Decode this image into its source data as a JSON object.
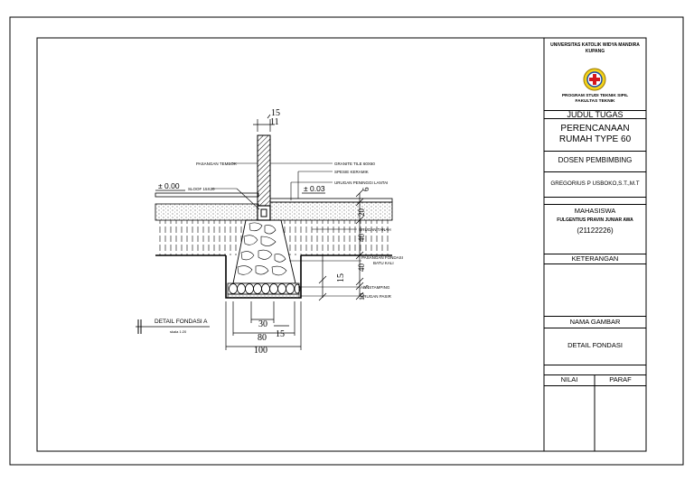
{
  "title_block": {
    "university": "UNIVERSITAS KATOLIK WIDYA MANDIRA KUPANG",
    "study_program": "PROGRAM STUDI TEKNIK SIPIL",
    "faculty": "FAKULTAS TEKNIK",
    "judul_tugas_label": "JUDUL TUGAS",
    "project_title_line1": "PERENCANAAN",
    "project_title_line2": "RUMAH TYPE 60",
    "dosen_label": "DOSEN PEMBIMBING",
    "dosen_name": "GREGORIUS P USBOKO,S.T.,M.T",
    "mahasiswa_label": "MAHASISWA",
    "mahasiswa_name": "FULGENTIUS PRAVIN JUNIAR AWA",
    "mahasiswa_id": "(21122226)",
    "keterangan_label": "KETERANGAN",
    "nama_gambar_label": "NAMA GAMBAR",
    "drawing_name": "DETAIL FONDASI",
    "nilai_label": "NILAI",
    "paraf_label": "PARAF"
  },
  "drawing": {
    "title": "DETAIL FONDASI A",
    "scale": "skala 1:20",
    "labels": {
      "pasangan_tembok": "PASANGAN TEMBOK",
      "granite": "GRANITE TILE 60X60",
      "spesie": "SPESIE KERAMIK",
      "urugan_peninggi": "URUGAN PENINGGI LANTAI",
      "sloof": "SLOOF 15X20",
      "urugan_tanah": "URUGAN TANAH",
      "pasangan_fondasi_1": "PASANGAN FONDASI",
      "pasangan_fondasi_2": "BATU KALI",
      "aanstamping": "AANSTAMPING",
      "urugan_pasir": "URUGAN PASIR"
    },
    "levels": {
      "floor_left": "± 0.00",
      "floor_right": "± 0.03"
    },
    "dimensions": {
      "wall_top": "15",
      "wall_inner": "11",
      "d6_top": "6",
      "d20": "20",
      "d40_upper": "40",
      "d40_lower": "40",
      "d15_side": "15",
      "d5": "5",
      "d10": "10",
      "d30": "30",
      "d15_bottom": "15",
      "d80": "80",
      "d100": "100"
    }
  }
}
